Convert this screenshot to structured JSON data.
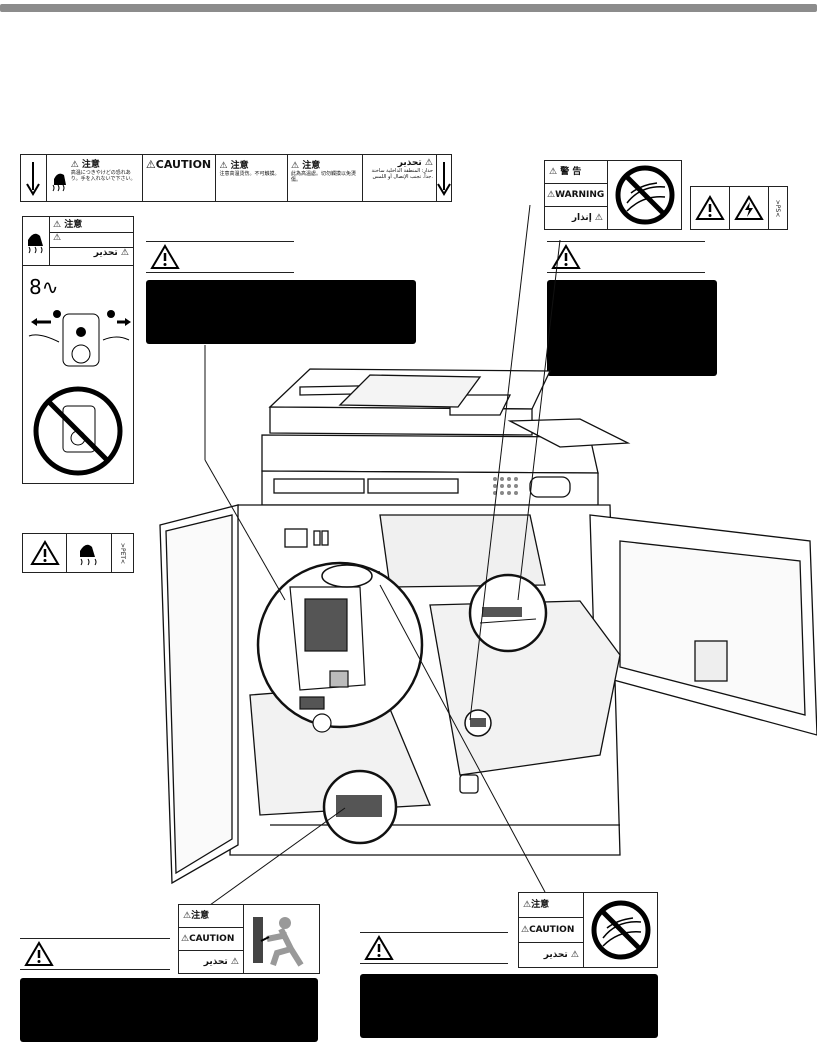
{
  "strip_label": {
    "cells": [
      {
        "heading": "注意",
        "body": "高温につきやけどの恐れあり。手を入れないで下さい。"
      },
      {
        "heading": "CAUTION",
        "body": ""
      },
      {
        "heading": "注意",
        "body": "注意高温烫伤。不可触摸。"
      },
      {
        "heading": "注意",
        "body": "此為高溫處。切勿觸摸以免燙傷。"
      },
      {
        "heading": "تحذير",
        "body": "حذار: المنطقة الداخلية ساخنة جداً. تجنب الإتصال أو اللمس."
      }
    ]
  },
  "left_tall_label": {
    "line1": "注意",
    "line3": "تحذير"
  },
  "pet_label": {
    "code": ">PET<"
  },
  "ps_label": {
    "code": ">PS<"
  },
  "warning_label": {
    "line1": "警 告",
    "line2": "WARNING",
    "line3": "إنذار"
  },
  "bottom_left_label": {
    "line1": "注意",
    "line2": "CAUTION",
    "line3": "تحذير"
  },
  "bottom_right_label": {
    "line1": "注意",
    "line2": "CAUTION",
    "line3": "تحذير"
  }
}
